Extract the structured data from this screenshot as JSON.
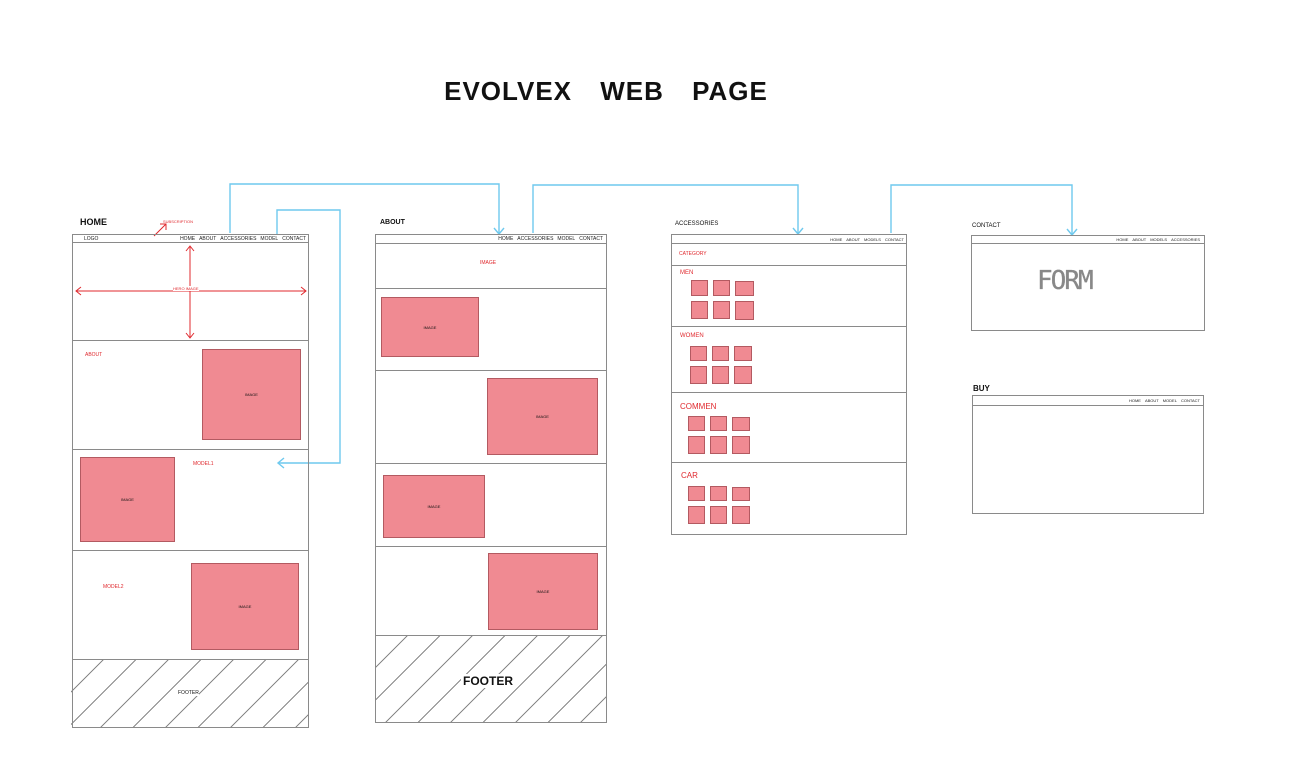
{
  "title": "EVOLVEX    WEB    PAGE",
  "colors": {
    "accent_red": "#e0292e",
    "image_fill": "#f08a92",
    "arrow_blue": "#6fc9ee"
  },
  "home": {
    "label": "HOME",
    "logo": "LOGO",
    "subscription": "SUBSCRIPTION",
    "nav": [
      "HOME",
      "ABOUT",
      "ACCESSORIES",
      "MODEL",
      "CONTACT"
    ],
    "hero": "HERO  IMAGE",
    "about": "ABOUT",
    "model1": "MODEL1",
    "model2": "MODEL2",
    "image": "IMAGE",
    "footer": "FOOTER"
  },
  "about": {
    "label": "ABOUT",
    "nav": [
      "HOME",
      "ACCESSORIES",
      "MODEL",
      "CONTACT"
    ],
    "image": "IMAGE",
    "footer": "FOOTER"
  },
  "accessories": {
    "label": "ACCESSORIES",
    "nav": [
      "HOME",
      "ABOUT",
      "MODELS",
      "CONTACT"
    ],
    "category": "CATEGORY",
    "sections": [
      "MEN",
      "WOMEN",
      "COMMEN",
      "CAR"
    ]
  },
  "contact": {
    "label": "CONTACT",
    "nav": [
      "HOME",
      "ABOUT",
      "MODELS",
      "ACCESSORIES"
    ],
    "form": "FORM"
  },
  "buy": {
    "label": "BUY",
    "nav": [
      "HOME",
      "ABOUT",
      "MODEL",
      "CONTACT"
    ]
  }
}
